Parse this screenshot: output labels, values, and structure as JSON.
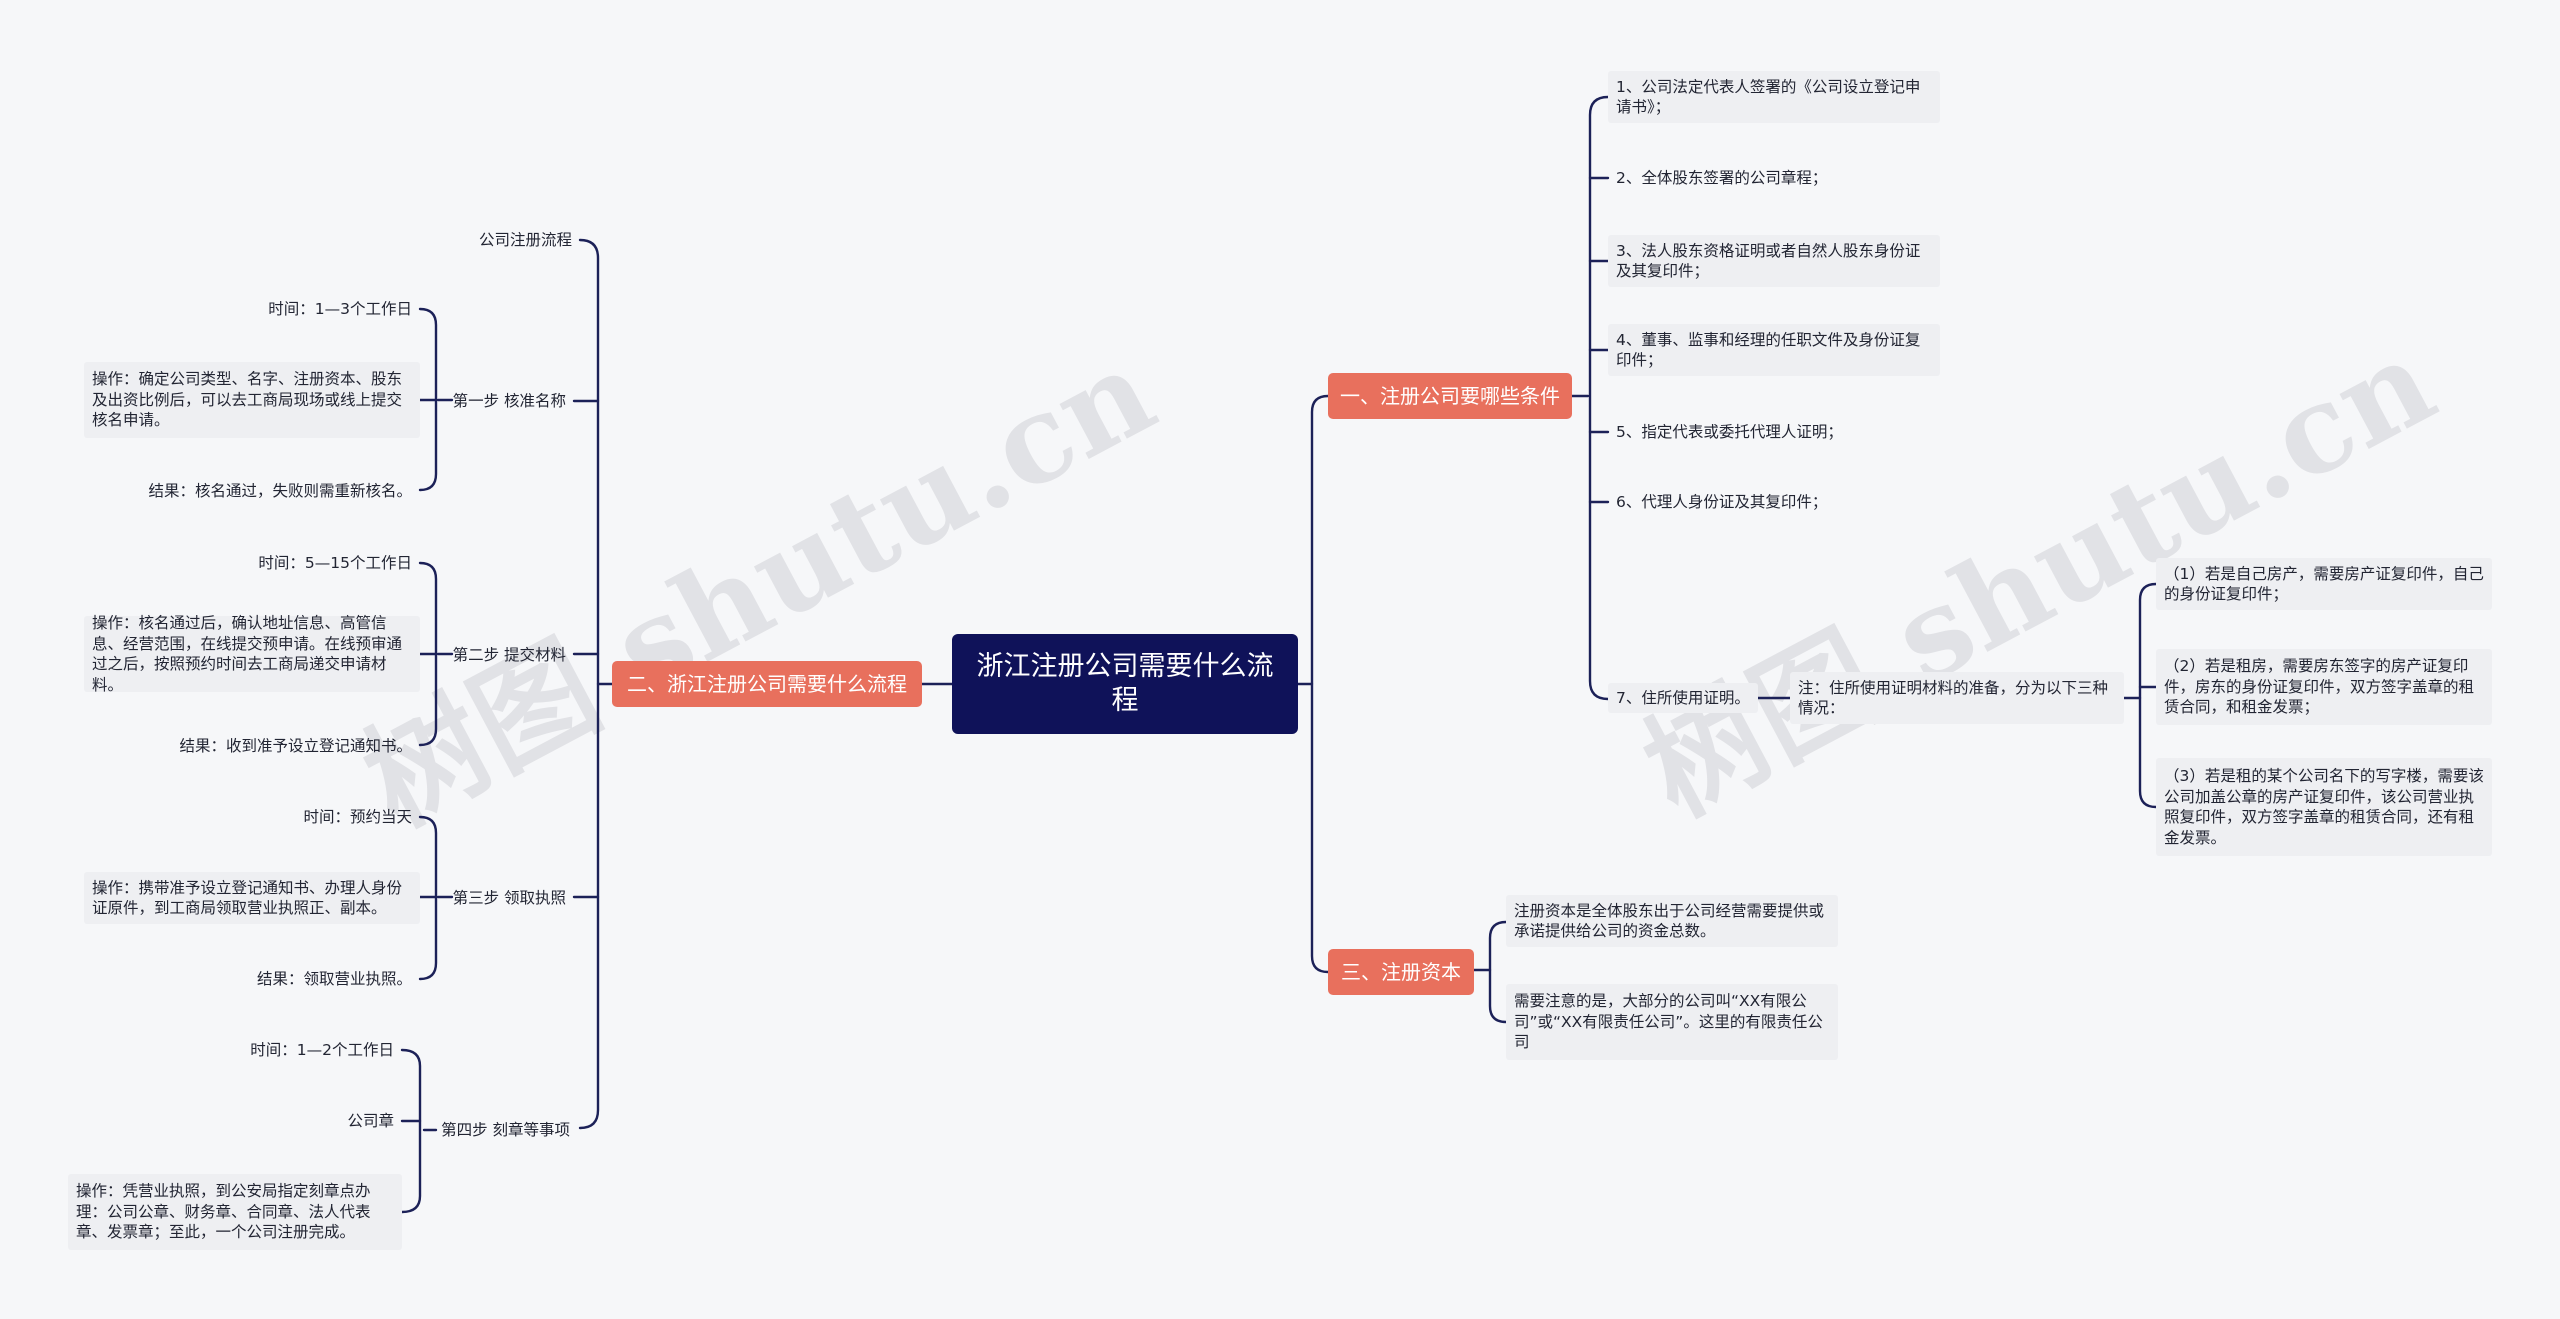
{
  "root": "浙江注册公司需要什么流程",
  "watermarks": [
    "树图 shutu.cn",
    "树图 shutu.cn"
  ],
  "branch_process": {
    "title": "二、浙江注册公司需要什么流程",
    "flow_title": "公司注册流程",
    "step1": {
      "label": "第一步 核准名称",
      "time": "时间：1—3个工作日",
      "op": "操作：确定公司类型、名字、注册资本、股东及出资比例后，可以去工商局现场或线上提交核名申请。",
      "result": "结果：核名通过，失败则需重新核名。"
    },
    "step2": {
      "label": "第二步 提交材料",
      "time": "时间：5—15个工作日",
      "op": "操作：核名通过后，确认地址信息、高管信息、经营范围，在线提交预申请。在线预审通过之后，按照预约时间去工商局递交申请材料。",
      "result": "结果：收到准予设立登记通知书。"
    },
    "step3": {
      "label": "第三步 领取执照",
      "time": "时间：预约当天",
      "op": "操作：携带准予设立登记通知书、办理人身份证原件，到工商局领取营业执照正、副本。",
      "result": "结果：领取营业执照。"
    },
    "step4": {
      "label": "第四步 刻章等事项",
      "time": "时间：1—2个工作日",
      "seal": "公司章",
      "op": "操作：凭营业执照，到公安局指定刻章点办理：公司公章、财务章、合同章、法人代表章、发票章；至此，一个公司注册完成。"
    }
  },
  "branch_conditions": {
    "title": "一、注册公司要哪些条件",
    "items": [
      "1、公司法定代表人签署的《公司设立登记申请书》；",
      "2、全体股东签署的公司章程；",
      "3、法人股东资格证明或者自然人股东身份证及其复印件；",
      "4、董事、监事和经理的任职文件及身份证复印件；",
      "5、指定代表或委托代理人证明；",
      "6、代理人身份证及其复印件；",
      "7、住所使用证明。"
    ],
    "residence_note": "注：住所使用证明材料的准备，分为以下三种情况：",
    "residence_cases": [
      "（1）若是自己房产，需要房产证复印件，自己的身份证复印件；",
      "（2）若是租房，需要房东签字的房产证复印件，房东的身份证复印件，双方签字盖章的租赁合同，和租金发票；",
      "（3）若是租的某个公司名下的写字楼，需要该公司加盖公章的房产证复印件，该公司营业执照复印件，双方签字盖章的租赁合同，还有租金发票。"
    ]
  },
  "branch_capital": {
    "title": "三、注册资本",
    "items": [
      "注册资本是全体股东出于公司经营需要提供或承诺提供给公司的资金总数。",
      "需要注意的是，大部分的公司叫“XX有限公司”或“XX有限责任公司”。这里的有限责任公司"
    ]
  }
}
